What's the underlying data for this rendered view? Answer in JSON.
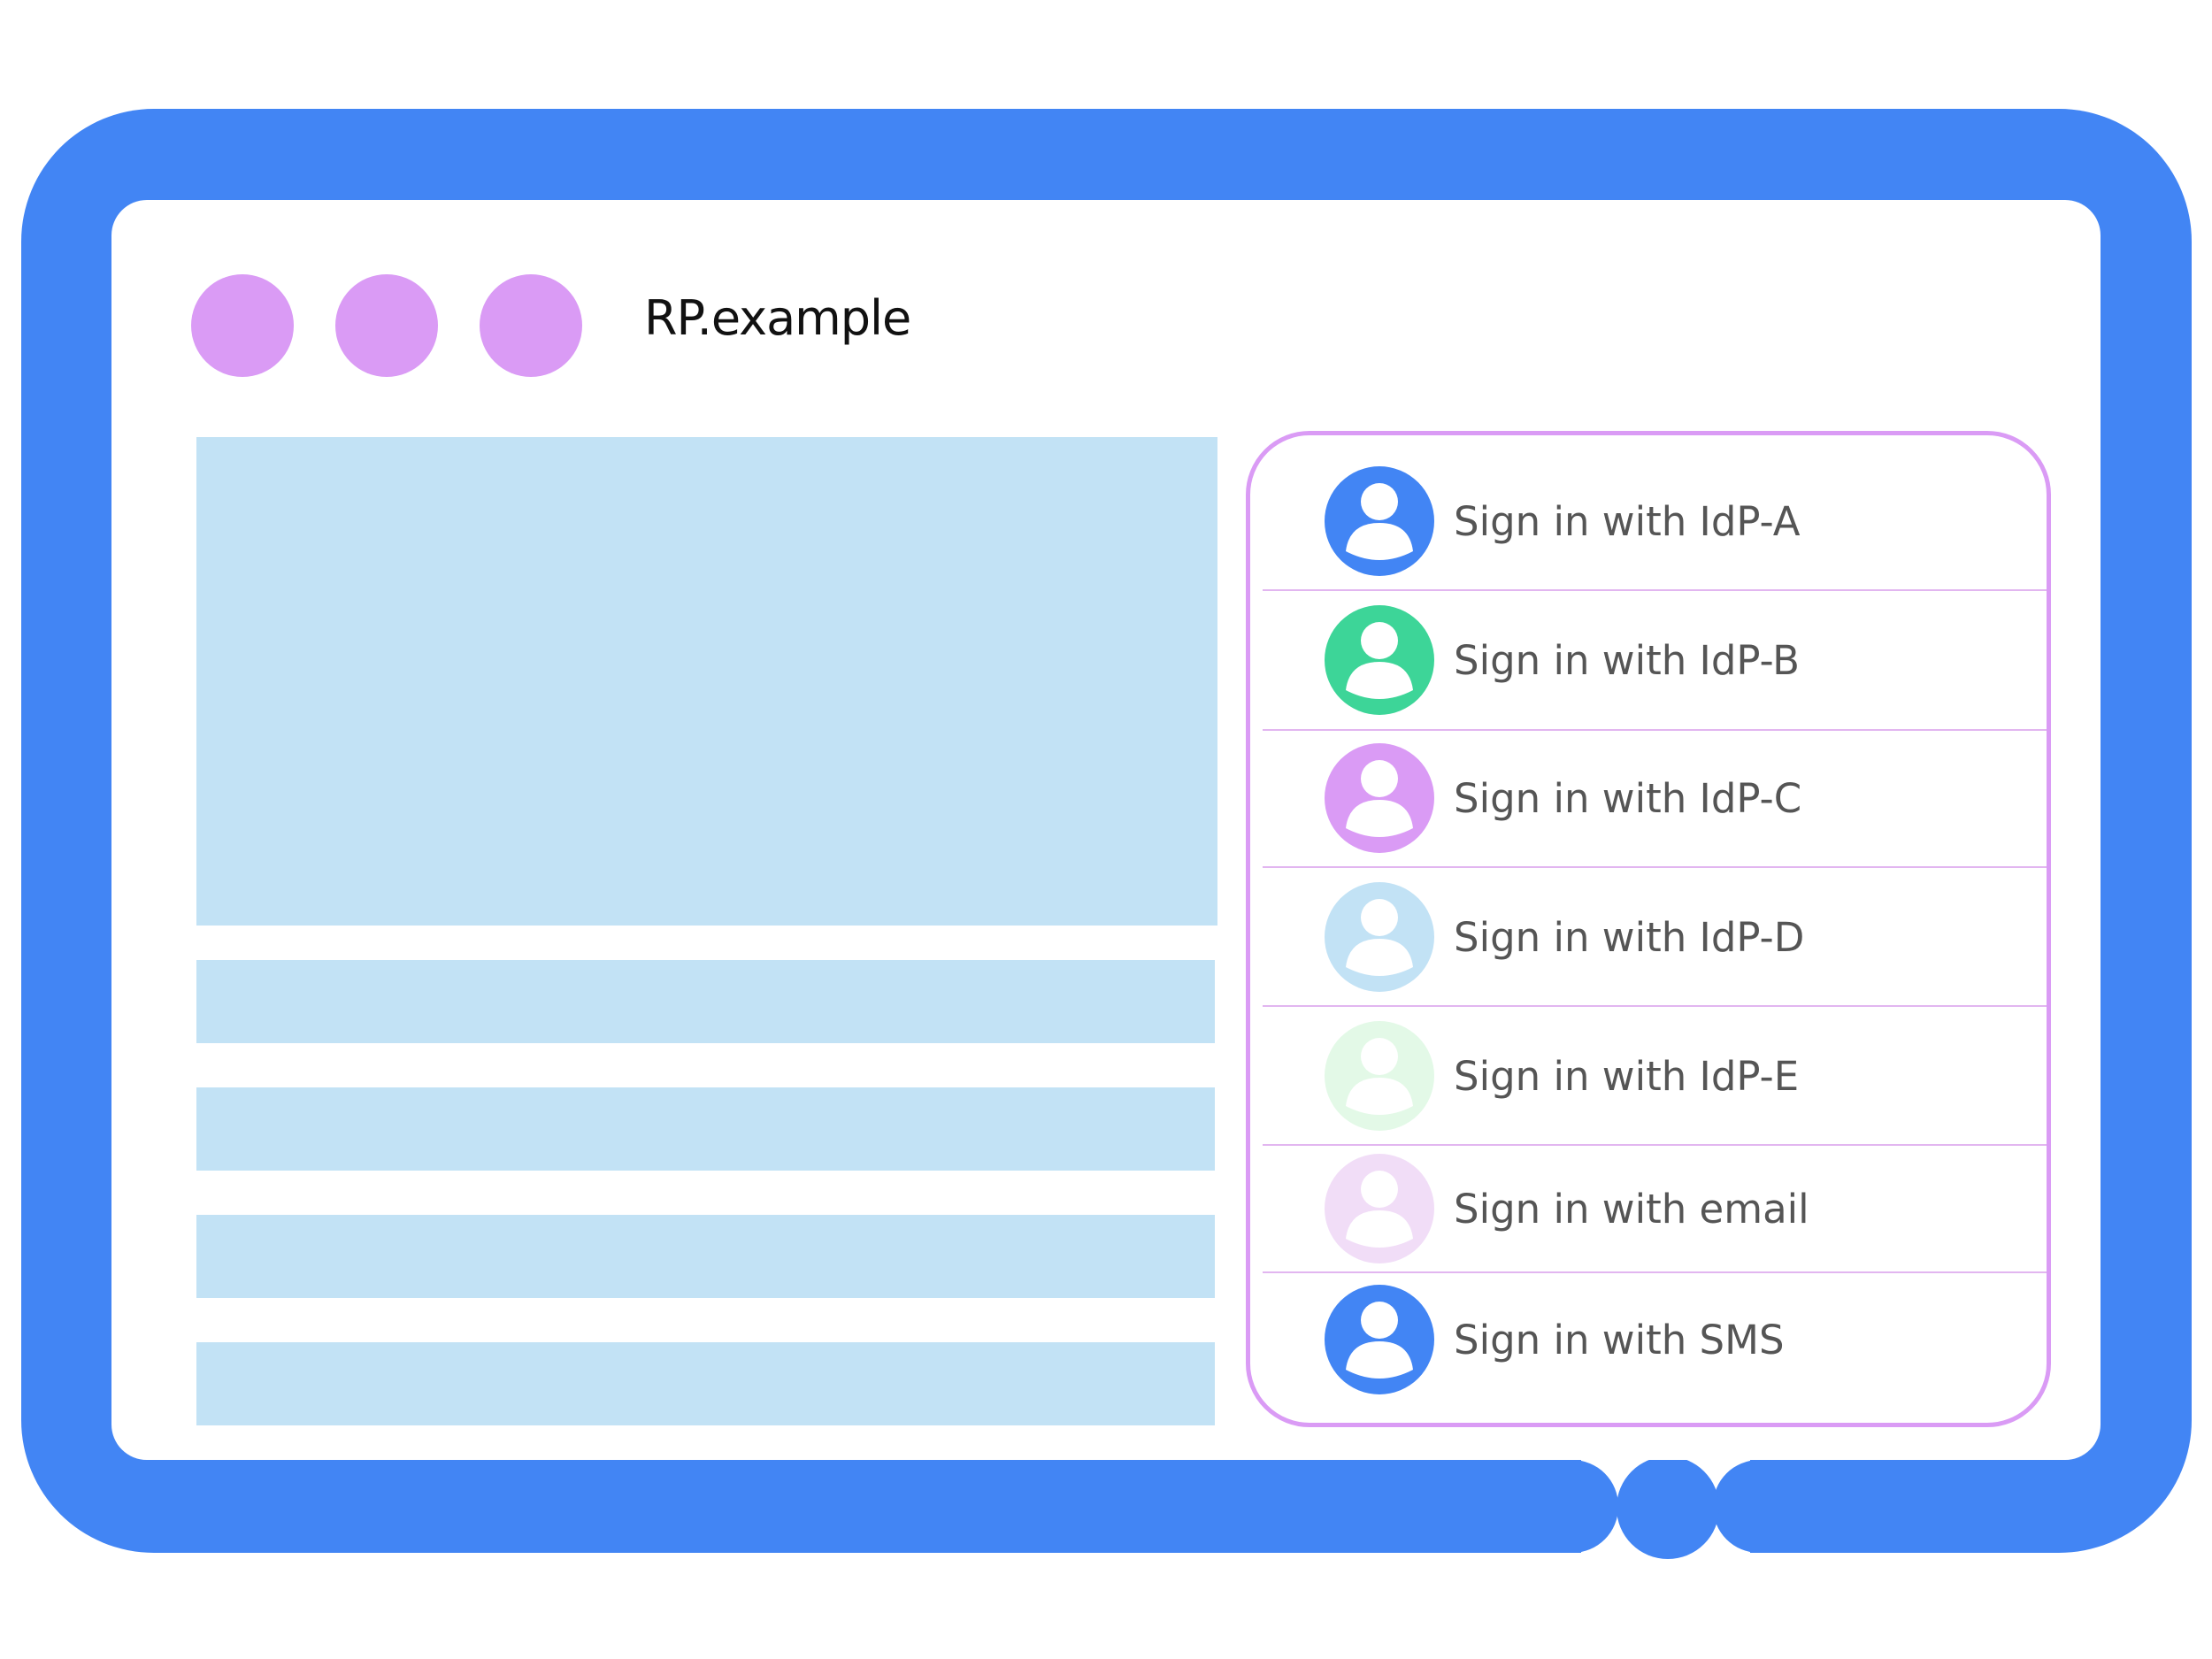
{
  "browser": {
    "site_title": "RP.example",
    "window_dot_color": "#DA9BF5",
    "frame_color": "#4285F4",
    "content_placeholder_color": "#C2E2F5"
  },
  "account_chooser": {
    "border_color": "#DA9BF5",
    "items": [
      {
        "label": "Sign in with IdP-A",
        "icon": "account-circle-icon",
        "color": "#4285F4"
      },
      {
        "label": "Sign in with IdP-B",
        "icon": "account-circle-icon",
        "color": "#3DD598"
      },
      {
        "label": "Sign in with IdP-C",
        "icon": "account-circle-icon",
        "color": "#DA9BF5"
      },
      {
        "label": "Sign in with IdP-D",
        "icon": "account-circle-icon",
        "color": "#C2E2F5"
      },
      {
        "label": "Sign in with IdP-E",
        "icon": "account-circle-icon",
        "color": "#E3F9E7"
      },
      {
        "label": "Sign in with email",
        "icon": "account-circle-icon",
        "color": "#F1DDF7"
      },
      {
        "label": "Sign in with SMS",
        "icon": "account-circle-icon",
        "color": "#4285F4"
      }
    ]
  }
}
